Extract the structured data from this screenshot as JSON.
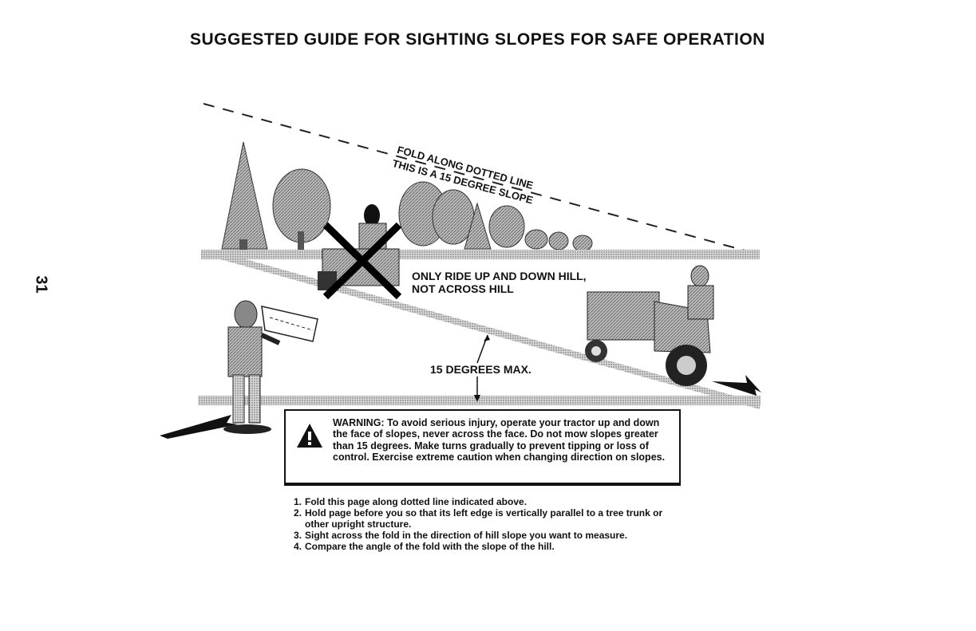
{
  "page": {
    "title": "SUGGESTED GUIDE FOR SIGHTING SLOPES FOR SAFE OPERATION",
    "page_number": "31"
  },
  "illustration": {
    "fold_label": "FOLD ALONG DOTTED LINE",
    "slope_label": "THIS IS A 15 DEGREE SLOPE",
    "ride_label_line1": "ONLY RIDE UP AND DOWN HILL,",
    "ride_label_line2": "NOT ACROSS HILL",
    "degrees_label": "15 DEGREES MAX."
  },
  "warning": {
    "icon": "warning-triangle-icon",
    "text": "WARNING: To avoid serious injury, operate your tractor up and down the face of slopes, never across the face. Do not mow slopes greater than 15 degrees. Make turns gradually to prevent tipping or loss of control. Exercise extreme caution when changing direction on slopes."
  },
  "instructions": [
    {
      "num": "1.",
      "text": "Fold this page along dotted line indicated above."
    },
    {
      "num": "2.",
      "text": "Hold page before you so that its left edge is vertically parallel to a tree trunk or other upright structure."
    },
    {
      "num": "3.",
      "text": "Sight across the fold in the direction of hill slope you want to measure."
    },
    {
      "num": "4.",
      "text": "Compare the angle of the fold with the slope of the hill."
    }
  ]
}
